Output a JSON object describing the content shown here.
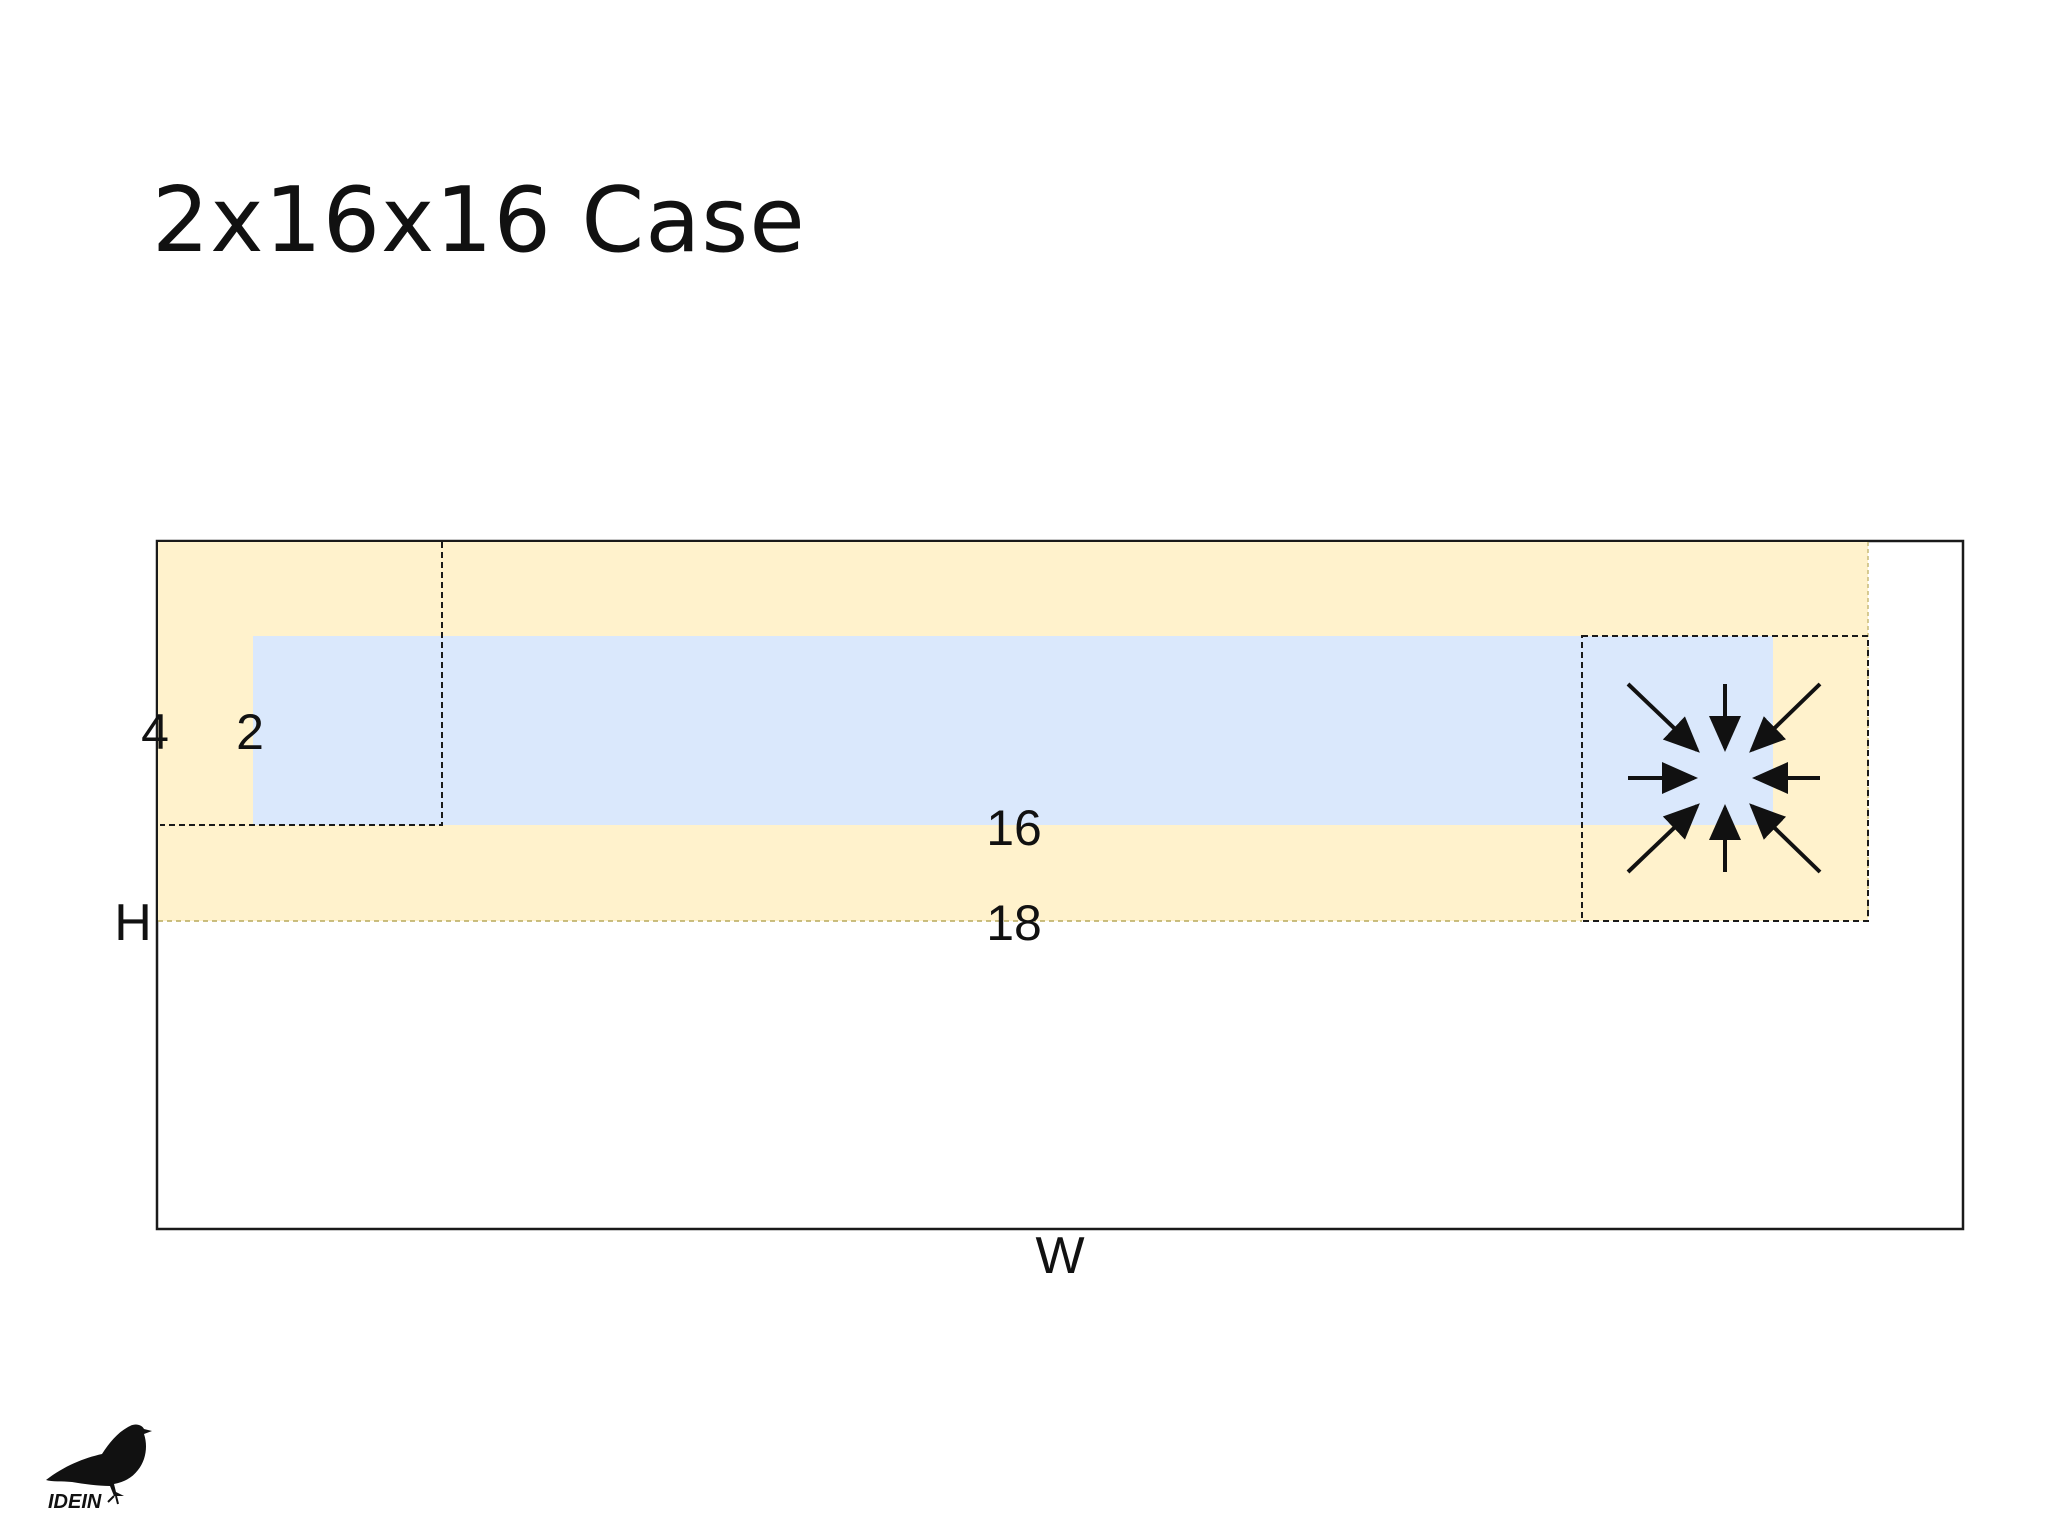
{
  "slide": {
    "title": "2x16x16 Case"
  },
  "diagram": {
    "labels": {
      "outer_padding": "4",
      "inner_padding": "2",
      "inner_size": "16",
      "padded_size": "18",
      "height_axis": "H",
      "width_axis": "W"
    },
    "colors": {
      "padding_region": "#fff2cc",
      "data_region": "#dae8fc",
      "outline": "#1a1a1a"
    },
    "icons": {
      "kernel_window": "converging-arrows-icon"
    }
  },
  "logo": {
    "text": "IDEIN",
    "icon": "raven-logo-icon"
  }
}
